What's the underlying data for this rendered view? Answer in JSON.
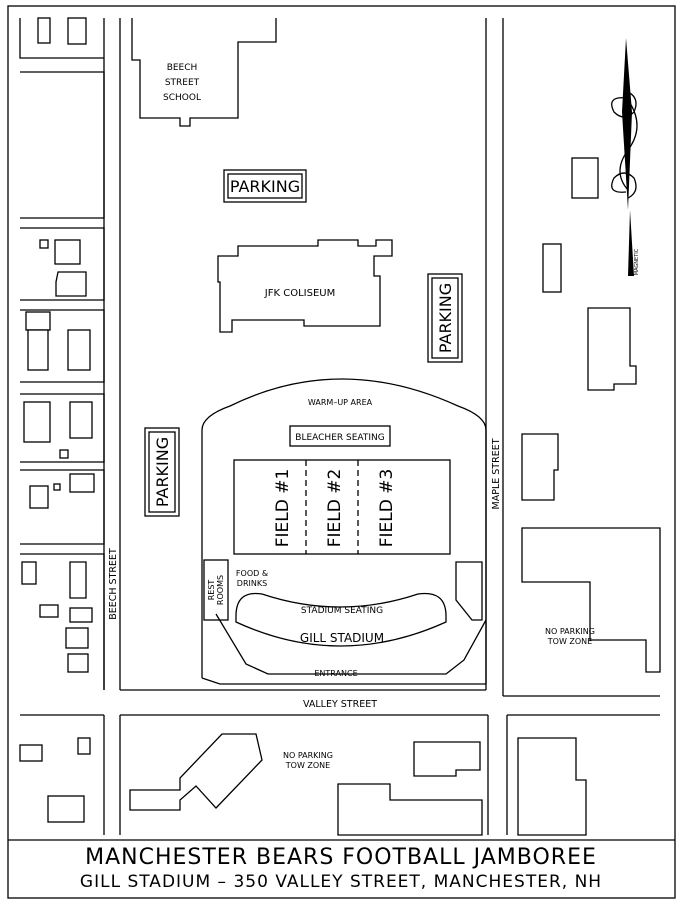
{
  "map": {
    "title": "MANCHESTER BEARS FOOTBALL JAMBOREE",
    "subtitle": "GILL STADIUM  –  350 VALLEY STREET, MANCHESTER, NH",
    "compass_label": "MAGNETIC",
    "streets": {
      "beech": "BEECH STREET",
      "maple": "MAPLE STREET",
      "valley": "VALLEY STREET"
    },
    "landmarks": {
      "school_line1": "BEECH",
      "school_line2": "STREET",
      "school_line3": "SCHOOL",
      "coliseum": "JFK COLISEUM",
      "warmup": "WARM–UP AREA",
      "bleacher": "BLEACHER SEATING",
      "restrooms_line1": "REST",
      "restrooms_line2": "ROOMS",
      "food_line1": "FOOD &",
      "food_line2": "DRINKS",
      "stadium_seating": "STADIUM SEATING",
      "stadium": "GILL STADIUM",
      "entrance": "ENTRANCE"
    },
    "parking": {
      "top": "PARKING",
      "right": "PARKING",
      "left": "PARKING"
    },
    "fields": [
      "FIELD #1",
      "FIELD #2",
      "FIELD #3"
    ],
    "no_parking": {
      "east_line1": "NO PARKING",
      "east_line2": "TOW ZONE",
      "south_line1": "NO PARKING",
      "south_line2": "TOW ZONE"
    }
  }
}
